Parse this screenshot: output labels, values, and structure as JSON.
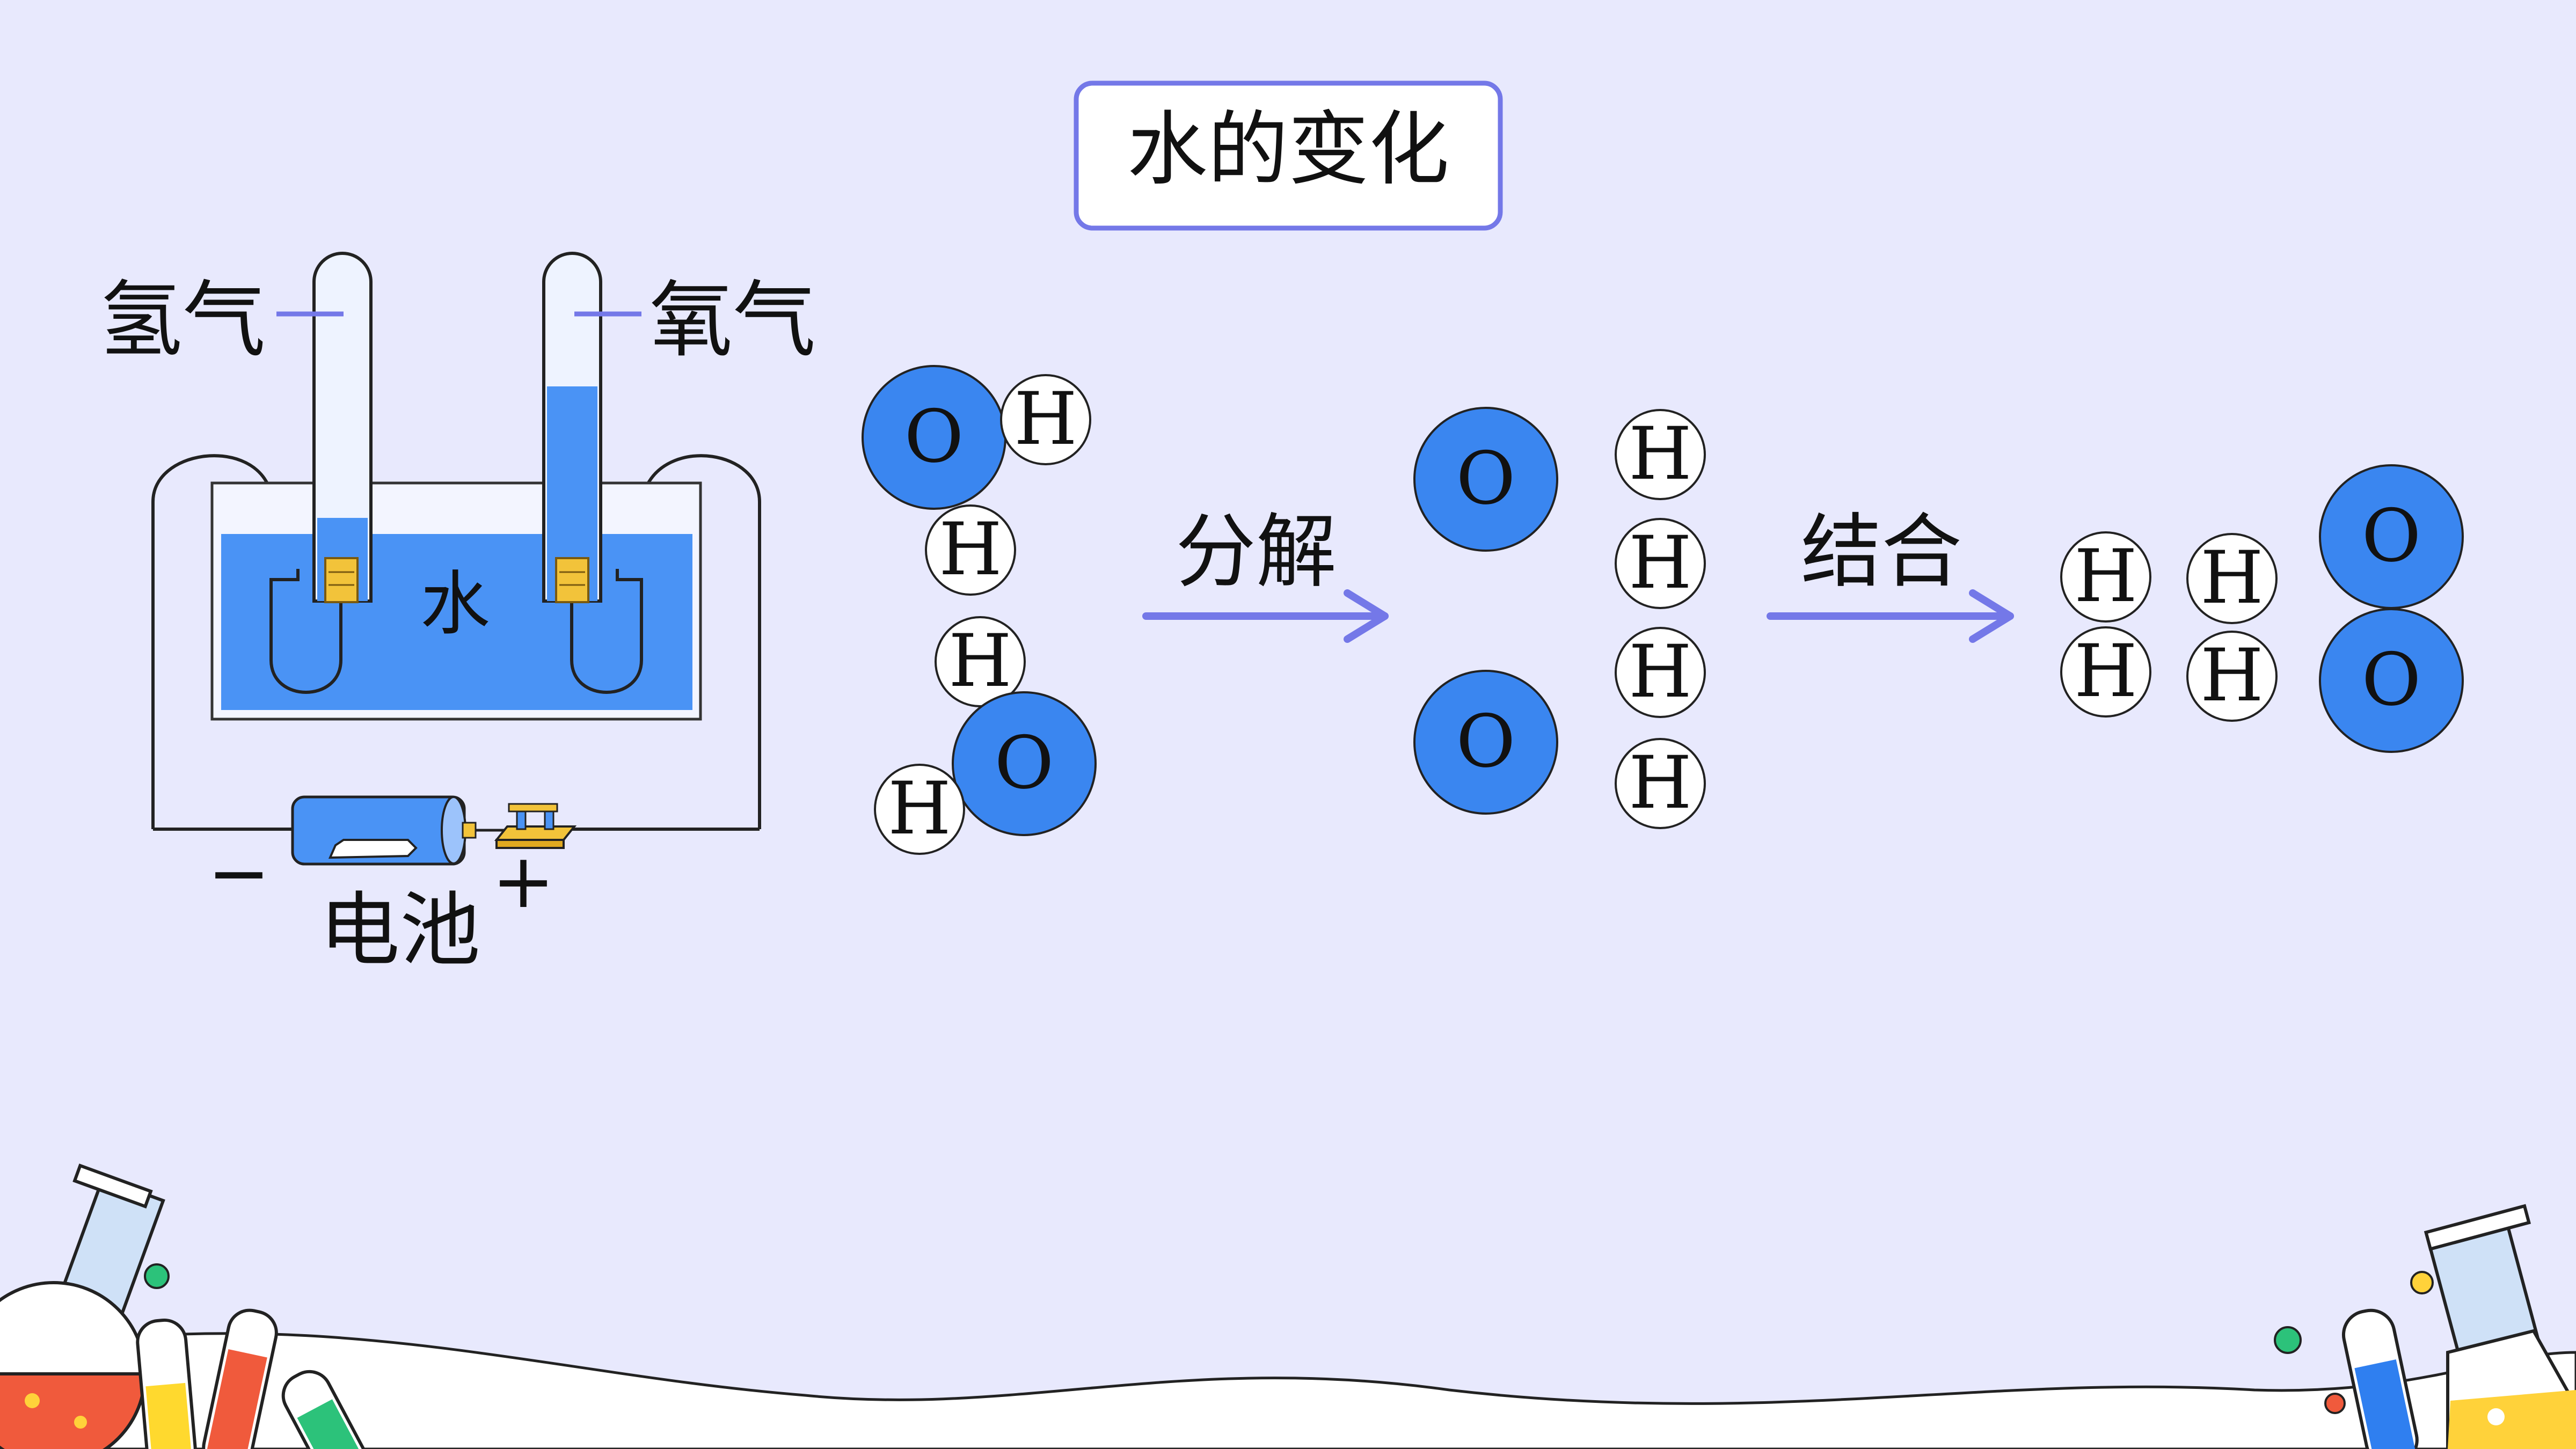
{
  "title": "水的变化",
  "apparatus": {
    "hydrogen_label": "氢气",
    "oxygen_label": "氧气",
    "water_label": "水",
    "battery_label": "电池",
    "minus_sign": "−",
    "plus_sign": "+"
  },
  "process": {
    "decompose_label": "分解",
    "combine_label": "结合"
  },
  "atoms": {
    "oxygen_symbol": "O",
    "hydrogen_symbol": "H"
  },
  "colors": {
    "background": "#e8e9fd",
    "water_blue": "#4a93f5",
    "oxygen_atom": "#3a86f0",
    "accent_purple": "#7478e8",
    "outline": "#222222"
  }
}
